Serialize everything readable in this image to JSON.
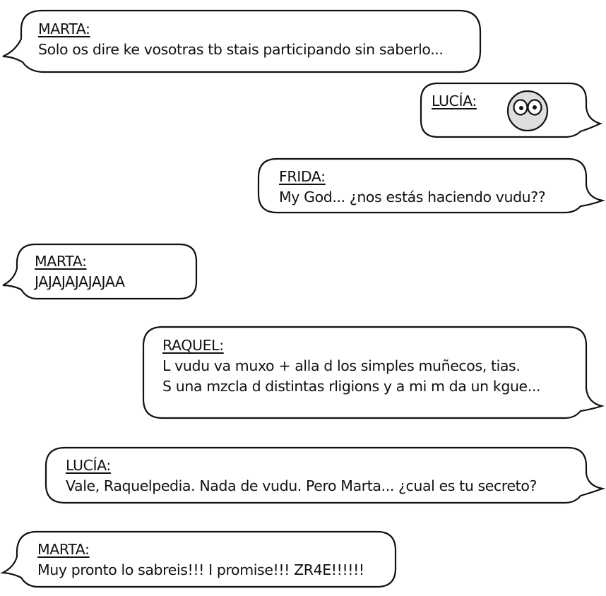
{
  "conversation": [
    {
      "speaker": "MARTA:",
      "side": "left",
      "lines": [
        "Solo os dire ke vosotras tb stais participando sin saberlo..."
      ]
    },
    {
      "speaker": "LUCÍA:",
      "side": "right",
      "lines": [],
      "emoji": "wide-eyed-face-icon"
    },
    {
      "speaker": "FRIDA:",
      "side": "right",
      "lines": [
        "My God... ¿nos estás haciendo vudu??"
      ]
    },
    {
      "speaker": "MARTA:",
      "side": "left",
      "lines": [
        "JAJAJAJAJAJAA"
      ]
    },
    {
      "speaker": "RAQUEL:",
      "side": "right",
      "lines": [
        "L vudu va muxo + alla d los simples muñecos, tias.",
        "S una mzcla d distintas rligions y a mi m da un kgue..."
      ]
    },
    {
      "speaker": "LUCÍA:",
      "side": "right",
      "lines": [
        "Vale, Raquelpedia. Nada de vudu. Pero Marta... ¿cual es tu secreto?"
      ]
    },
    {
      "speaker": "MARTA:",
      "side": "left",
      "lines": [
        "Muy pronto lo sabreis!!! I promise!!! ZR4E!!!!!!"
      ]
    }
  ],
  "colors": {
    "stroke": "#111111",
    "bubble_fill": "#ffffff",
    "emoji_fill": "#dedede"
  }
}
